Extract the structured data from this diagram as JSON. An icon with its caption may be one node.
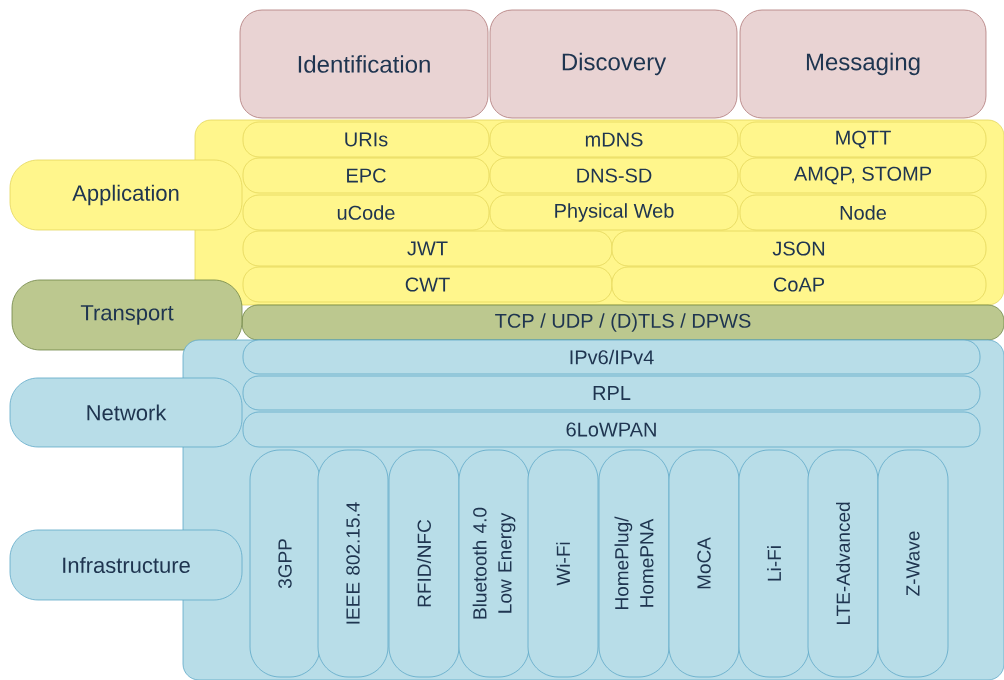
{
  "diagram": {
    "nodes": [
      {
        "text": [
          "Identification"
        ]
      },
      {
        "text": [
          "Discovery"
        ]
      },
      {
        "text": [
          "Messaging"
        ]
      },
      {
        "text": [],
        "shape": "box"
      },
      {
        "text": [
          "Application"
        ]
      },
      {
        "text": [
          "URIs"
        ],
        "in": 3
      },
      {
        "text": [
          "mDNS"
        ],
        "in": 3
      },
      {
        "text": [
          "MQTT"
        ],
        "in": 3
      },
      {
        "text": [
          "EPC"
        ],
        "in": 3
      },
      {
        "text": [
          "DNS-SD"
        ],
        "in": 3
      },
      {
        "text": [
          "AMQP, STOMP"
        ],
        "in": 3
      },
      {
        "text": [
          "uCode"
        ],
        "in": 3
      },
      {
        "text": [
          "Physical Web"
        ],
        "in": 3
      },
      {
        "text": [
          "Node"
        ],
        "in": 3
      },
      {
        "text": [
          "JWT"
        ],
        "in": 3
      },
      {
        "text": [
          "JSON"
        ],
        "in": 3
      },
      {
        "text": [
          "CWT"
        ],
        "in": 3
      },
      {
        "text": [
          "CoAP"
        ],
        "in": 3
      },
      {
        "text": [
          "Transport"
        ]
      },
      {
        "text": [
          "TCP / UDP / (D)TLS / DPWS"
        ]
      },
      {
        "text": [],
        "shape": "box"
      },
      {
        "text": [
          "IPv6/IPv4"
        ],
        "in": 20
      },
      {
        "text": [
          "RPL"
        ],
        "in": 20
      },
      {
        "text": [
          "6LoWPAN"
        ],
        "in": 20
      },
      {
        "text": [
          "Network"
        ]
      },
      {
        "text": [
          "Infrastructure"
        ]
      },
      {
        "text": [
          "3GPP"
        ],
        "in": 20
      },
      {
        "text": [
          "IEEE 802.15.4"
        ],
        "in": 20
      },
      {
        "text": [
          "RFID/NFC"
        ],
        "in": 20
      },
      {
        "text": [
          "Bluetooth 4.0 Low Energy"
        ],
        "in": 20
      },
      {
        "text": [
          "Wi-Fi"
        ],
        "in": 20
      },
      {
        "text": [
          "HomePlug/ HomePNA"
        ],
        "in": 20
      },
      {
        "text": [
          "MoCA"
        ],
        "in": 20
      },
      {
        "text": [
          "Li-Fi"
        ],
        "in": 20
      },
      {
        "text": [
          "LTE-Advanced"
        ],
        "in": 20
      },
      {
        "text": [
          "Z-Wave"
        ],
        "in": 20
      }
    ]
  }
}
